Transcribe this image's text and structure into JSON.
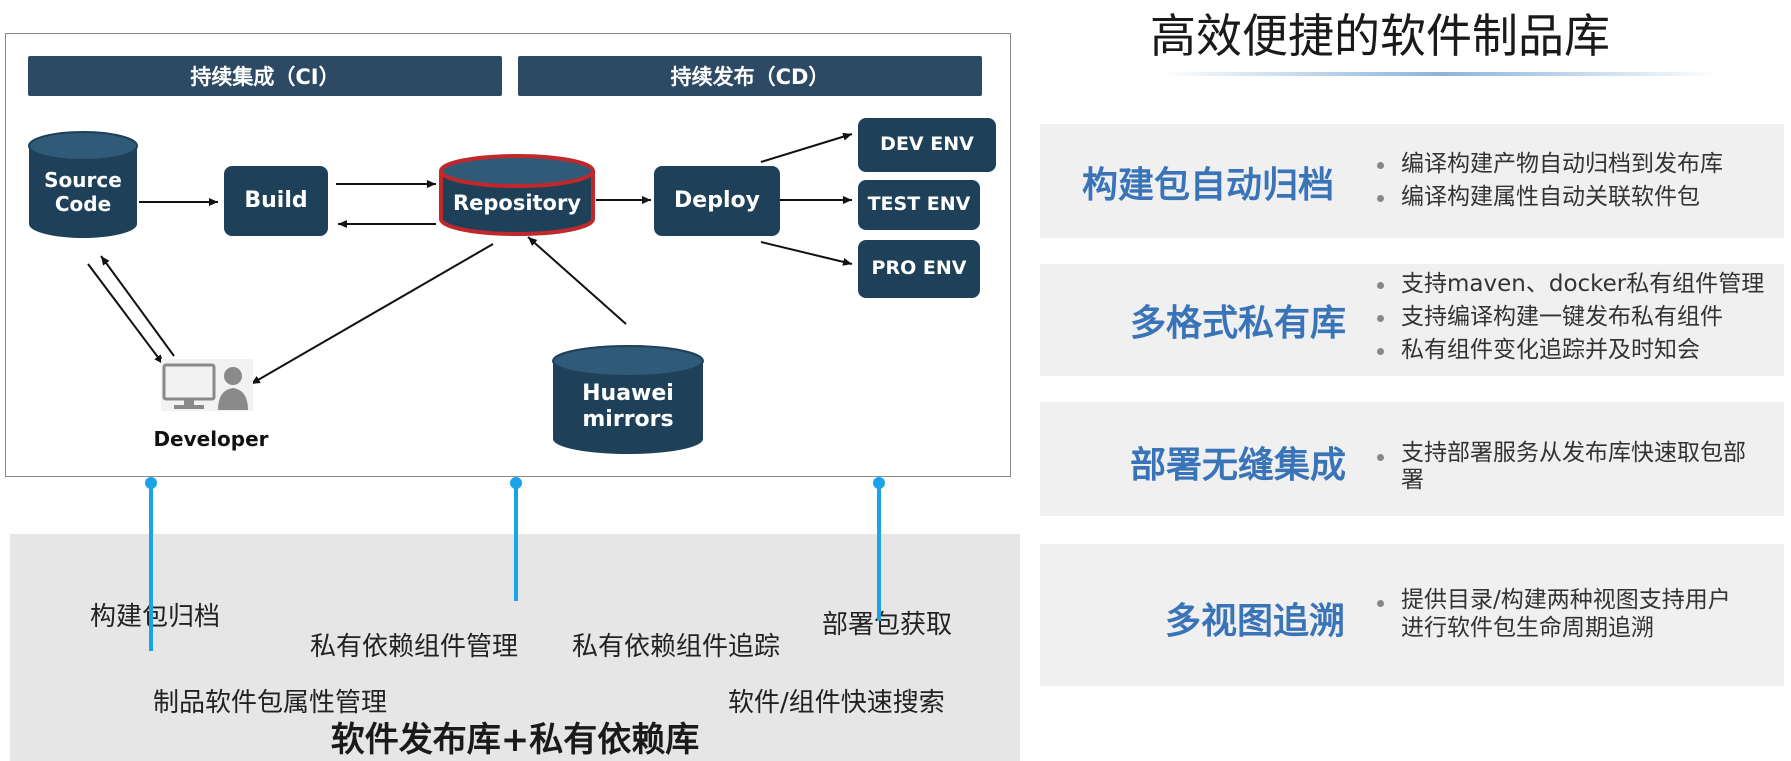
{
  "diagram": {
    "ci_label": "持续集成（CI）",
    "cd_label": "持续发布（CD）",
    "nodes": {
      "source_code": "Source Code",
      "build": "Build",
      "repository": "Repository",
      "deploy": "Deploy",
      "dev_env": "DEV ENV",
      "test_env": "TEST ENV",
      "pro_env": "PRO ENV",
      "huawei_mirrors": "Huawei mirrors",
      "developer": "Developer"
    }
  },
  "capabilities": {
    "items": [
      "构建包归档",
      "私有依赖组件管理",
      "私有依赖组件追踪",
      "部署包获取",
      "制品软件包属性管理",
      "软件/组件快速搜索"
    ],
    "title": "软件发布库+私有依赖库"
  },
  "right": {
    "title": "高效便捷的软件制品库",
    "cards": [
      {
        "title": "构建包自动归档",
        "points": [
          "编译构建产物自动归档到发布库",
          "编译构建属性自动关联软件包"
        ]
      },
      {
        "title": "多格式私有库",
        "points": [
          "支持maven、docker私有组件管理",
          "支持编译构建一键发布私有组件",
          "私有组件变化追踪并及时知会"
        ]
      },
      {
        "title": "部署无缝集成",
        "points": [
          "支持部署服务从发布库快速取包部署"
        ]
      },
      {
        "title": "多视图追溯",
        "points": [
          "提供目录/构建两种视图支持用户进行软件包生命周期追溯"
        ]
      }
    ]
  },
  "colors": {
    "node_fill": "#1f4059",
    "phase_bar": "#2c4a63",
    "repository_outline": "#c0282a",
    "connector": "#1aa3e8",
    "card_title": "#3a74b8"
  }
}
